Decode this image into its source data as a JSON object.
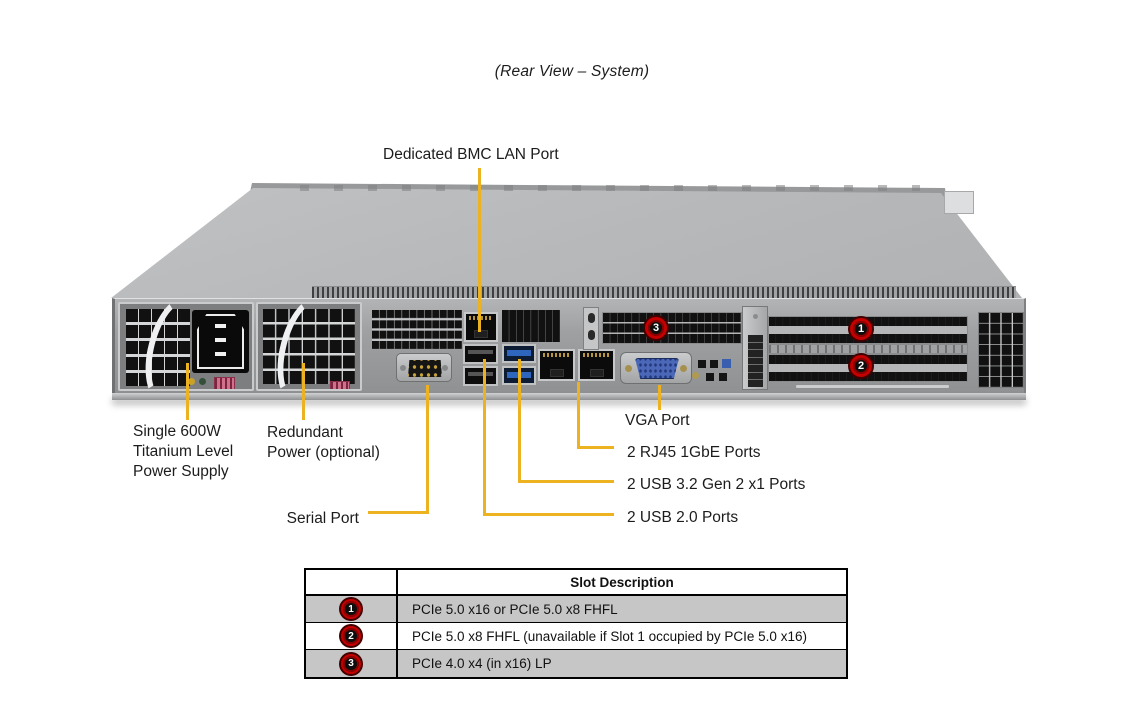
{
  "title": "(Rear View – System)",
  "diagram": {
    "labels": {
      "bmc_lan": "Dedicated BMC LAN Port",
      "psu_line1": "Single 600W",
      "psu_line2": "Titanium Level",
      "psu_line3": "Power Supply",
      "redundant_line1": "Redundant",
      "redundant_line2": "Power (optional)",
      "serial": "Serial Port",
      "vga": "VGA Port",
      "rj45": "2 RJ45 1GbE Ports",
      "usb32": "2 USB 3.2 Gen 2 x1 Ports",
      "usb20": "2 USB 2.0 Ports"
    },
    "callouts": {
      "slot1": "1",
      "slot2": "2",
      "slot3": "3"
    }
  },
  "table": {
    "header": "Slot Description",
    "rows": [
      {
        "num": "1",
        "desc": "PCIe 5.0 x16 or PCIe 5.0 x8 FHFL",
        "shaded": true
      },
      {
        "num": "2",
        "desc": "PCIe 5.0 x8 FHFL (unavailable if Slot 1 occupied by PCIe 5.0 x16)",
        "shaded": false
      },
      {
        "num": "3",
        "desc": "PCIe 4.0 x4 (in x16) LP",
        "shaded": true
      }
    ]
  },
  "colors": {
    "callout_line": "#EDB21F",
    "callout_ring": "#C40000",
    "table_row_shade": "#C6C6C6"
  }
}
